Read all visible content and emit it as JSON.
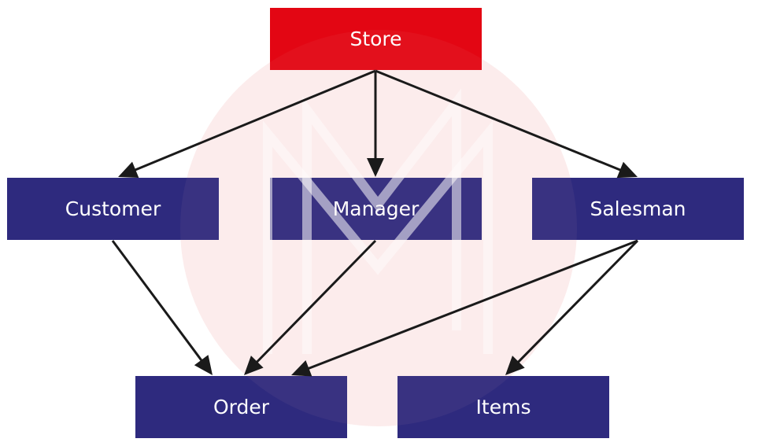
{
  "colors": {
    "root": "#e30613",
    "node": "#2e2a7e",
    "edge": "#1a1a1a",
    "watermark": "#fdeeee"
  },
  "nodes": {
    "store": "Store",
    "customer": "Customer",
    "manager": "Manager",
    "salesman": "Salesman",
    "order": "Order",
    "items": "Items"
  },
  "edges": [
    [
      "store",
      "customer"
    ],
    [
      "store",
      "manager"
    ],
    [
      "store",
      "salesman"
    ],
    [
      "customer",
      "order"
    ],
    [
      "manager",
      "order"
    ],
    [
      "salesman",
      "order"
    ],
    [
      "salesman",
      "items"
    ]
  ]
}
